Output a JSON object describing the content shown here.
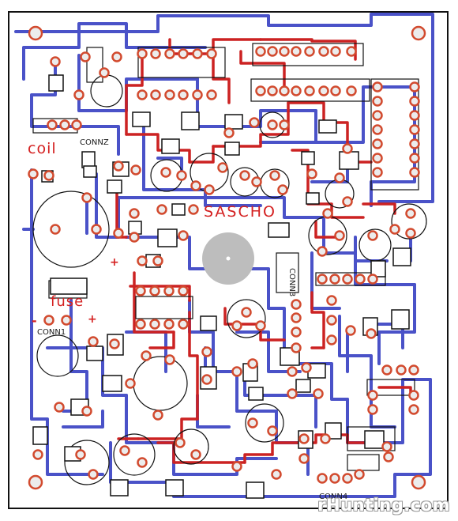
{
  "silkscreen": {
    "board_name": "SASCHO",
    "coil": "coil",
    "fuse": "fuse",
    "conn2": "CONNZ",
    "conn1": "CONN1",
    "conn3": "CONN3",
    "conn4": "CONN4",
    "plus": "+",
    "minus": "-"
  },
  "watermark": "rHunting.com",
  "colors": {
    "top_trace": "#cc2222",
    "bottom_trace": "#4a52c8",
    "pad_ring": "#d24a2e",
    "pad_fill": "#ececec",
    "center_disc": "#bdbdbd",
    "background": "#ffffff"
  }
}
